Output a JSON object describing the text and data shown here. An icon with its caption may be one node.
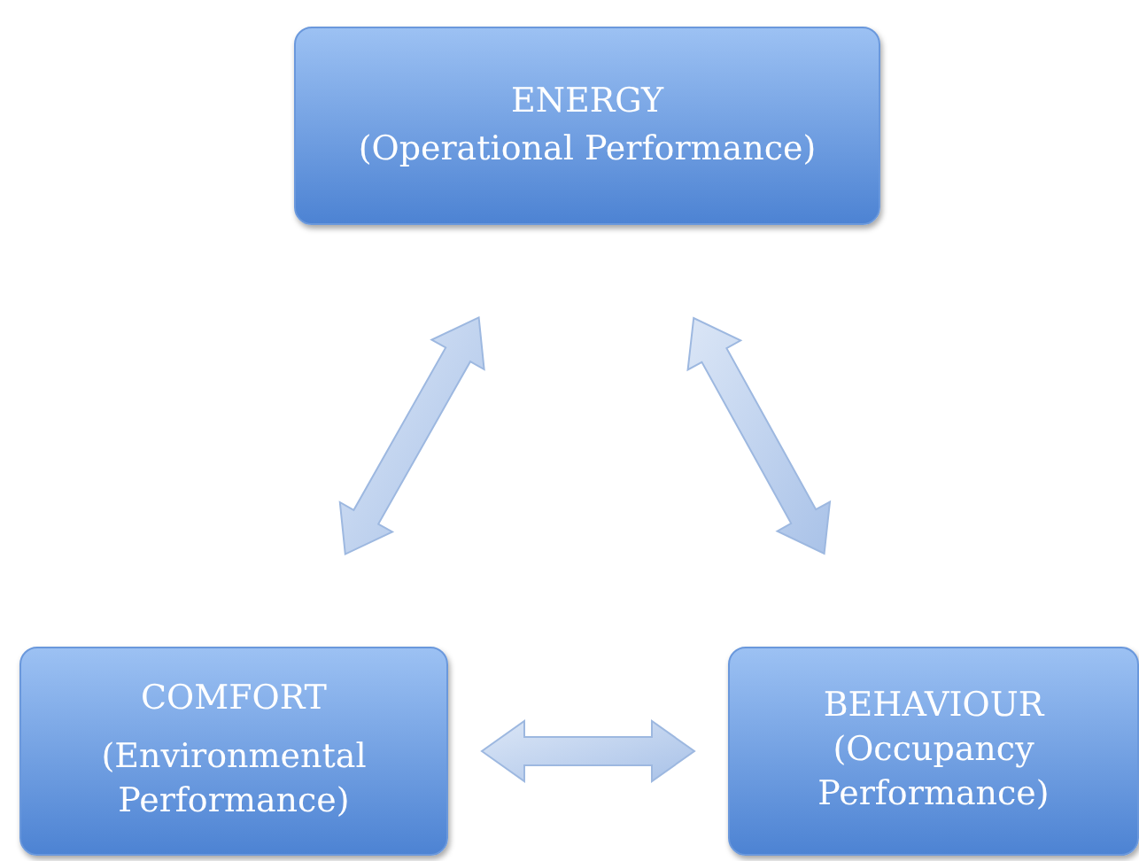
{
  "diagram": {
    "nodes": [
      {
        "text": [
          "ENERGY",
          "(Operational Performance)"
        ]
      },
      {
        "text": [
          "COMFORT",
          "(Environmental Performance)"
        ]
      },
      {
        "text": [
          "BEHAVIOUR",
          "(Occupancy Performance)"
        ]
      }
    ],
    "edges": [
      {
        "from": 0,
        "to": 1,
        "arrow": "both"
      },
      {
        "from": 0,
        "to": 2,
        "arrow": "both"
      },
      {
        "from": 1,
        "to": 2,
        "arrow": "both"
      }
    ]
  }
}
